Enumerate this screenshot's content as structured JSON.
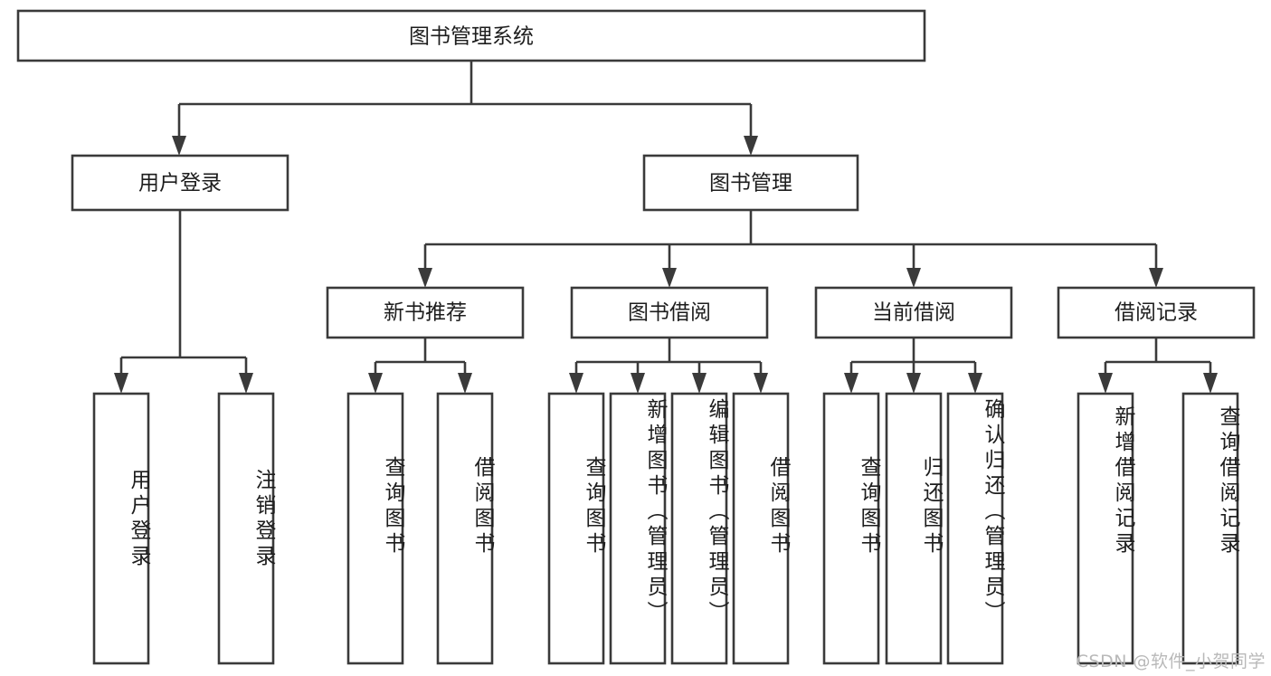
{
  "diagram": {
    "type": "tree-hierarchy",
    "title": "图书管理系统",
    "watermark": "CSDN @软件_小贺同学",
    "colors": {
      "box_stroke": "#3a3a3a",
      "box_fill": "#ffffff",
      "connector": "#3a3a3a",
      "text": "#1d1d1d",
      "watermark": "#b9b9b9",
      "background": "#ffffff"
    },
    "levels": {
      "root": {
        "label": "图书管理系统"
      },
      "level2": [
        {
          "id": "user-login",
          "label": "用户登录"
        },
        {
          "id": "book-manage",
          "label": "图书管理"
        }
      ],
      "level3": [
        {
          "id": "new-book-recommend",
          "label": "新书推荐",
          "parent": "book-manage"
        },
        {
          "id": "book-borrow",
          "label": "图书借阅",
          "parent": "book-manage"
        },
        {
          "id": "current-borrow",
          "label": "当前借阅",
          "parent": "book-manage"
        },
        {
          "id": "borrow-record",
          "label": "借阅记录",
          "parent": "book-manage"
        }
      ],
      "leaves": [
        {
          "id": "leaf-user-login",
          "label": "用户登录",
          "parent": "user-login"
        },
        {
          "id": "leaf-logout",
          "label": "注销登录",
          "parent": "user-login"
        },
        {
          "id": "leaf-query-book-1",
          "label": "查询图书",
          "parent": "new-book-recommend"
        },
        {
          "id": "leaf-borrow-book-1",
          "label": "借阅图书",
          "parent": "new-book-recommend"
        },
        {
          "id": "leaf-query-book-2",
          "label": "查询图书",
          "parent": "book-borrow"
        },
        {
          "id": "leaf-add-book",
          "label": "新增图书（管理员）",
          "parent": "book-borrow"
        },
        {
          "id": "leaf-edit-book",
          "label": "编辑图书（管理员）",
          "parent": "book-borrow"
        },
        {
          "id": "leaf-borrow-book-2",
          "label": "借阅图书",
          "parent": "book-borrow"
        },
        {
          "id": "leaf-query-book-3",
          "label": "查询图书",
          "parent": "current-borrow"
        },
        {
          "id": "leaf-return-book",
          "label": "归还图书",
          "parent": "current-borrow"
        },
        {
          "id": "leaf-confirm-return",
          "label": "确认归还（管理员）",
          "parent": "current-borrow"
        },
        {
          "id": "leaf-add-record",
          "label": "新增借阅记录",
          "parent": "borrow-record"
        },
        {
          "id": "leaf-query-record",
          "label": "查询借阅记录",
          "parent": "borrow-record"
        }
      ]
    }
  }
}
